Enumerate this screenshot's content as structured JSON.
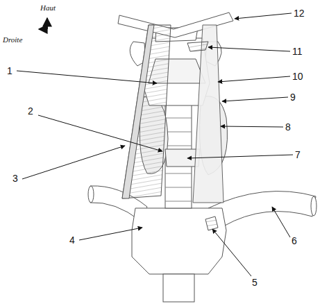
{
  "diagram": {
    "labels": [
      "Haut",
      "Droite",
      "1",
      "2",
      "3",
      "4",
      "5",
      "6",
      "7",
      "8",
      "9",
      "10",
      "11",
      "12"
    ]
  }
}
